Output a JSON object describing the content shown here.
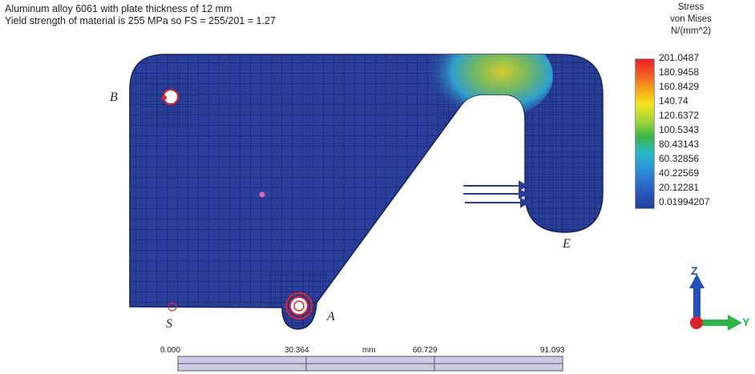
{
  "header": {
    "line1": "Aluminum alloy 6061 with plate thickness of 12 mm",
    "line2": "Yield strength of material is 255 MPa so FS = 255/201 = 1.27"
  },
  "legend": {
    "title1": "Stress",
    "title2": "von Mises",
    "title3": "N/(mm^2)",
    "values": [
      "201.0487",
      "180.9458",
      "160.8429",
      "140.74",
      "120.6372",
      "100.5343",
      "80.43143",
      "60.32856",
      "40.22569",
      "20.12281",
      "0.01994207"
    ]
  },
  "points": {
    "A": "A",
    "B": "B",
    "E": "E",
    "S": "S"
  },
  "scale": {
    "v0": "0.000",
    "v1": "30.364",
    "unit": "mm",
    "v2": "60.729",
    "v3": "91.093"
  },
  "axes": {
    "z": "Z",
    "y": "Y"
  },
  "colors": {
    "plate": "#2a3f9c",
    "mesh": "#1a2460",
    "hot": "#e8232a",
    "arrow": "#2c3a9a"
  }
}
